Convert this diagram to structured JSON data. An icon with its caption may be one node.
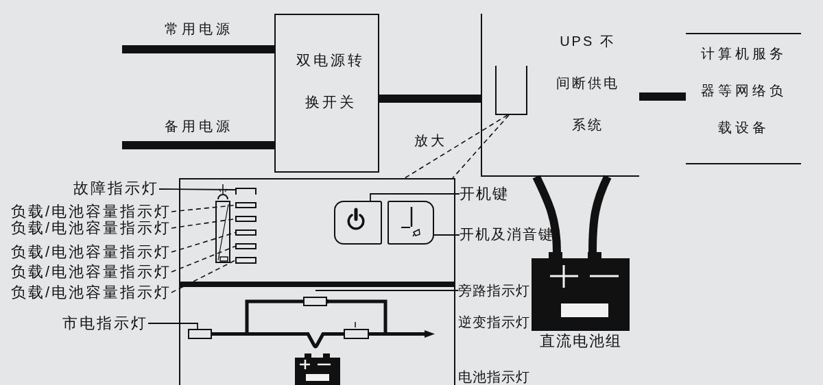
{
  "diagram": {
    "nodes": [
      {
        "text": [
          "双电源转换开关"
        ]
      },
      {
        "text": [
          "UPS 不间断供电系统"
        ]
      },
      {
        "text": [],
        "shape": "box",
        "in": 1
      },
      {
        "text": [
          "计算机服务器等网络负载设备"
        ]
      },
      {
        "text": [],
        "shape": "box"
      },
      {
        "text": [],
        "shape": "box",
        "in": 4
      },
      {
        "text": [],
        "shape": "box",
        "in": 4
      },
      {
        "text": [],
        "shape": "box",
        "in": 4
      },
      {
        "text": [],
        "shape": "box",
        "in": 4
      },
      {
        "text": [],
        "shape": "box",
        "in": 4
      },
      {
        "text": [],
        "shape": "box",
        "in": 4
      },
      {
        "text": [],
        "shape": "box",
        "in": 4
      },
      {
        "text": [],
        "shape": "box",
        "in": 4
      },
      {
        "text": [
          "故障指示灯"
        ]
      },
      {
        "text": [
          "负载/电池容量指示灯"
        ]
      },
      {
        "text": [
          "负载/电池容量指示灯"
        ]
      },
      {
        "text": [
          "负载/电池容量指示灯"
        ]
      },
      {
        "text": [
          "负载/电池容量指示灯"
        ]
      },
      {
        "text": [
          "负载/电池容量指示灯"
        ]
      },
      {
        "text": [
          "市电指示灯"
        ]
      },
      {
        "text": [
          "开机键"
        ]
      },
      {
        "text": [
          "开机及消音键"
        ]
      },
      {
        "text": [
          "旁路指示灯"
        ]
      },
      {
        "text": [
          "直流电池组"
        ]
      }
    ],
    "edges": [
      {
        "from": null,
        "to": 0,
        "arrow": "none",
        "label": "常用电源",
        "style": "thick"
      },
      {
        "from": null,
        "to": 0,
        "arrow": "none",
        "label": "备用电源",
        "style": "thick"
      },
      {
        "from": 0,
        "to": 1,
        "arrow": "none",
        "style": "thick"
      },
      {
        "from": 1,
        "to": 3,
        "arrow": "none",
        "style": "thick"
      },
      {
        "from": 2,
        "to": 4,
        "arrow": "none",
        "label": "放大",
        "style": "dashed"
      },
      {
        "from": 2,
        "to": 4,
        "arrow": "none",
        "style": "dashed"
      },
      {
        "from": 1,
        "to": 23,
        "arrow": "none",
        "style": "thick"
      },
      {
        "from": 1,
        "to": 23,
        "arrow": "none",
        "style": "thick"
      },
      {
        "from": 13,
        "to": 5,
        "arrow": "none"
      },
      {
        "from": 14,
        "to": 6,
        "arrow": "none",
        "style": "dashed"
      },
      {
        "from": 15,
        "to": 7,
        "arrow": "none",
        "style": "dashed"
      },
      {
        "from": 16,
        "to": 8,
        "arrow": "none",
        "style": "dashed"
      },
      {
        "from": 17,
        "to": 9,
        "arrow": "none",
        "style": "dashed"
      },
      {
        "from": 18,
        "to": 10,
        "arrow": "none",
        "style": "dashed"
      },
      {
        "from": 19,
        "to": null,
        "arrow": "none"
      },
      {
        "from": 20,
        "to": 11,
        "arrow": "none"
      },
      {
        "from": 21,
        "to": 12,
        "arrow": "none"
      },
      {
        "from": 22,
        "to": null,
        "arrow": "none"
      }
    ],
    "labels": [
      "逆变指示灯",
      "电池指示灯"
    ]
  }
}
